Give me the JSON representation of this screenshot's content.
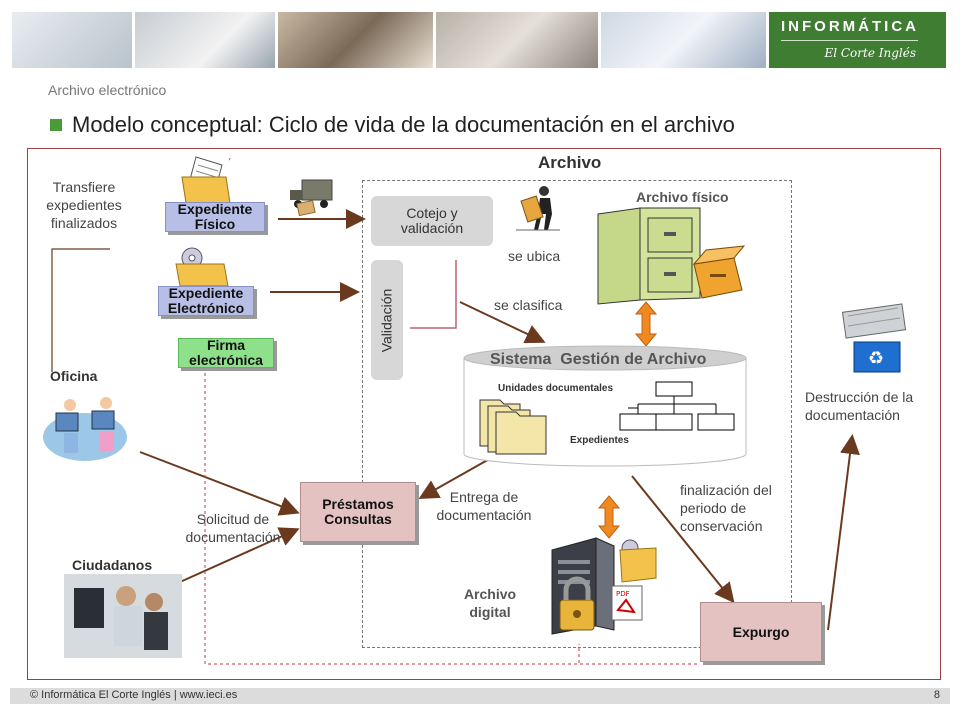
{
  "header": {
    "brand_top": "INFORMÁTICA",
    "brand_sub": "El Corte Inglés",
    "section": "Archivo electrónico",
    "title": "Modelo conceptual: Ciclo de vida de la documentación en el archivo"
  },
  "diagram": {
    "archivo_title": "Archivo",
    "transfiere": "Transfiere\nexpedientes\nfinalizados",
    "expediente_fisico": "Expediente\nFísico",
    "expediente_electronico": "Expediente\nElectrónico",
    "firma": "Firma\nelectrónica",
    "oficina": "Oficina",
    "ciudadanos": "Ciudadanos",
    "cotejo": "Cotejo y\nvalidación",
    "validacion": "Validación",
    "archivo_fisico": "Archivo físico",
    "se_ubica": "se ubica",
    "se_clasifica": "se clasifica",
    "sga": "Sistema  Gestión de Archivo",
    "unidades": "Unidades documentales",
    "expedientes": "Expedientes",
    "prestamos": "Préstamos\nConsultas",
    "solicitud": "Solicitud de\ndocumentación",
    "entrega": "Entrega  de\ndocumentación",
    "archivo_digital": "Archivo\ndigital",
    "finalizacion": "finalización del\nperiodo de\nconservación",
    "expurgo": "Expurgo",
    "destruccion": "Destrucción de la\ndocumentación"
  },
  "footer": {
    "left": "© Informática El Corte Inglés | www.ieci.es",
    "page": "8"
  }
}
